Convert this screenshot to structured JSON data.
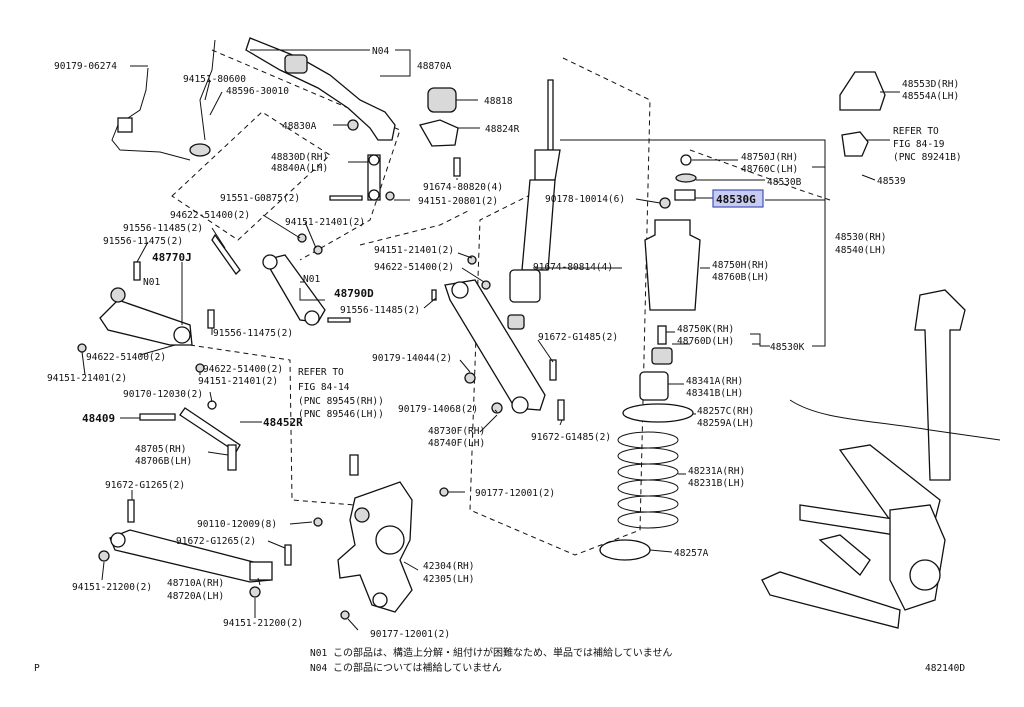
{
  "parts": [
    {
      "id": "p01",
      "text": "90179-06274"
    },
    {
      "id": "p02",
      "text": "94151-80600"
    },
    {
      "id": "p03",
      "text": "48596-30010"
    },
    {
      "id": "p04",
      "text": "N04"
    },
    {
      "id": "p05",
      "text": "48870A"
    },
    {
      "id": "p06",
      "text": "48818"
    },
    {
      "id": "p07",
      "text": "48830A"
    },
    {
      "id": "p08",
      "text": "48824R"
    },
    {
      "id": "p09",
      "text": "48830D(RH)"
    },
    {
      "id": "p10",
      "text": "48840A(LH)"
    },
    {
      "id": "p11",
      "text": "91674-80820(4)"
    },
    {
      "id": "p12",
      "text": "91551-G0875(2)"
    },
    {
      "id": "p13",
      "text": "94151-20801(2)"
    },
    {
      "id": "p14",
      "text": "94622-51400(2)"
    },
    {
      "id": "p15",
      "text": "94151-21401(2)"
    },
    {
      "id": "p16",
      "text": "91556-11485(2)"
    },
    {
      "id": "p17",
      "text": "91556-11475(2)"
    },
    {
      "id": "p18",
      "text": "48770J"
    },
    {
      "id": "p19",
      "text": "N01"
    },
    {
      "id": "p20",
      "text": "N01"
    },
    {
      "id": "p21",
      "text": "48790D"
    },
    {
      "id": "p22",
      "text": "91556-11475(2)"
    },
    {
      "id": "p23",
      "text": "94622-51400(2)"
    },
    {
      "id": "p24",
      "text": "94622-51400(2)"
    },
    {
      "id": "p25",
      "text": "94151-21401(2)"
    },
    {
      "id": "p26",
      "text": "94151-21401(2)"
    },
    {
      "id": "p27",
      "text": "REFER TO"
    },
    {
      "id": "p28",
      "text": "FIG 84-14"
    },
    {
      "id": "p29",
      "text": "(PNC 89545(RH))"
    },
    {
      "id": "p30",
      "text": "(PNC 89546(LH))"
    },
    {
      "id": "p31",
      "text": "90170-12030(2)"
    },
    {
      "id": "p32",
      "text": "48409"
    },
    {
      "id": "p33",
      "text": "48452R"
    },
    {
      "id": "p34",
      "text": "48705(RH)"
    },
    {
      "id": "p35",
      "text": "48706B(LH)"
    },
    {
      "id": "p36",
      "text": "91672-G1265(2)"
    },
    {
      "id": "p37",
      "text": "90110-12009(8)"
    },
    {
      "id": "p38",
      "text": "91672-G1265(2)"
    },
    {
      "id": "p39",
      "text": "90177-12001(2)"
    },
    {
      "id": "p40",
      "text": "42304(RH)"
    },
    {
      "id": "p41",
      "text": "42305(LH)"
    },
    {
      "id": "p42",
      "text": "94151-21200(2)"
    },
    {
      "id": "p43",
      "text": "48710A(RH)"
    },
    {
      "id": "p44",
      "text": "48720A(LH)"
    },
    {
      "id": "p45",
      "text": "94151-21200(2)"
    },
    {
      "id": "p46",
      "text": "90177-12001(2)"
    },
    {
      "id": "p47",
      "text": "94151-21401(2)"
    },
    {
      "id": "p48",
      "text": "94622-51400(2)"
    },
    {
      "id": "p49",
      "text": "91556-11485(2)"
    },
    {
      "id": "p50",
      "text": "91674-80814(4)"
    },
    {
      "id": "p51",
      "text": "91672-G1485(2)"
    },
    {
      "id": "p52",
      "text": "90179-14044(2)"
    },
    {
      "id": "p53",
      "text": "90179-14068(2)"
    },
    {
      "id": "p54",
      "text": "48730F(RH)"
    },
    {
      "id": "p55",
      "text": "48740F(LH)"
    },
    {
      "id": "p56",
      "text": "91672-G1485(2)"
    },
    {
      "id": "p57",
      "text": "90178-10014(6)"
    },
    {
      "id": "p58",
      "text": "48530G"
    },
    {
      "id": "p59",
      "text": "48750J(RH)"
    },
    {
      "id": "p60",
      "text": "48760C(LH)"
    },
    {
      "id": "p61",
      "text": "48530B"
    },
    {
      "id": "p62",
      "text": "48530(RH)"
    },
    {
      "id": "p63",
      "text": "48540(LH)"
    },
    {
      "id": "p64",
      "text": "48750H(RH)"
    },
    {
      "id": "p65",
      "text": "48760B(LH)"
    },
    {
      "id": "p66",
      "text": "48750K(RH)"
    },
    {
      "id": "p67",
      "text": "48760D(LH)"
    },
    {
      "id": "p68",
      "text": "48530K"
    },
    {
      "id": "p69",
      "text": "48341A(RH)"
    },
    {
      "id": "p70",
      "text": "48341B(LH)"
    },
    {
      "id": "p71",
      "text": "48257C(RH)"
    },
    {
      "id": "p72",
      "text": "48259A(LH)"
    },
    {
      "id": "p73",
      "text": "48231A(RH)"
    },
    {
      "id": "p74",
      "text": "48231B(LH)"
    },
    {
      "id": "p75",
      "text": "48257A"
    },
    {
      "id": "p76",
      "text": "48553D(RH)"
    },
    {
      "id": "p77",
      "text": "48554A(LH)"
    },
    {
      "id": "p78",
      "text": "REFER TO"
    },
    {
      "id": "p79",
      "text": "FIG 84-19"
    },
    {
      "id": "p80",
      "text": "(PNC 89241B)"
    },
    {
      "id": "p81",
      "text": "48539"
    }
  ],
  "highlight_part": "48530G",
  "highlight_color": "#c7ccf2",
  "notes": [
    {
      "code": "N01",
      "text": "この部品は、構造上分解・組付けが困難なため、単品では補給していません"
    },
    {
      "code": "N04",
      "text": "この部品については補給していません"
    }
  ],
  "page_mark": "P",
  "figure_code": "482140D"
}
